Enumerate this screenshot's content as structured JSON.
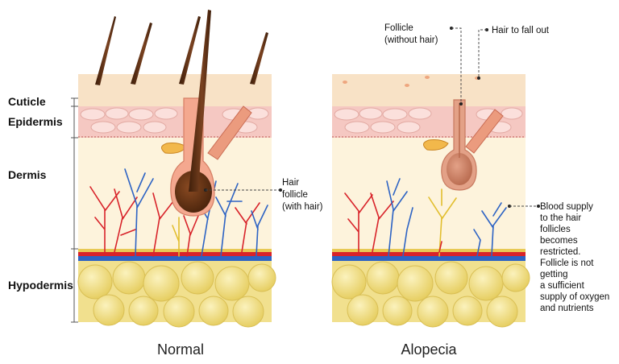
{
  "layer_labels": {
    "cuticle": "Cuticle",
    "epidermis": "Epidermis",
    "dermis": "Dermis",
    "hypodermis": "Hypodermis"
  },
  "panels": {
    "normal": {
      "caption": "Normal",
      "hair_follicle_label": [
        "Hair",
        "follicle",
        "(with hair)"
      ]
    },
    "alopecia": {
      "caption": "Alopecia",
      "follicle_label": [
        "Follicle",
        "(without hair)"
      ],
      "hair_fall_label": "Hair to fall out",
      "blood_supply_note": [
        "Blood supply",
        "to the hair",
        "follicles",
        "becomes",
        "restricted.",
        "Follicle is not",
        "getting",
        "a sufficient",
        "supply of oxygen",
        "and nutrients"
      ]
    }
  },
  "colors": {
    "cuticle": "#f8e2c6",
    "epidermis": "#f5c8c2",
    "dermis": "#fdf3dc",
    "hypodermis": "#f1e08e",
    "fat_cell": "#ead36a",
    "artery": "#d8232a",
    "vein": "#2d63c4",
    "hair": "#5a2e12",
    "bulb": "#6b3414",
    "follicle_empty": "#c97a5e"
  }
}
